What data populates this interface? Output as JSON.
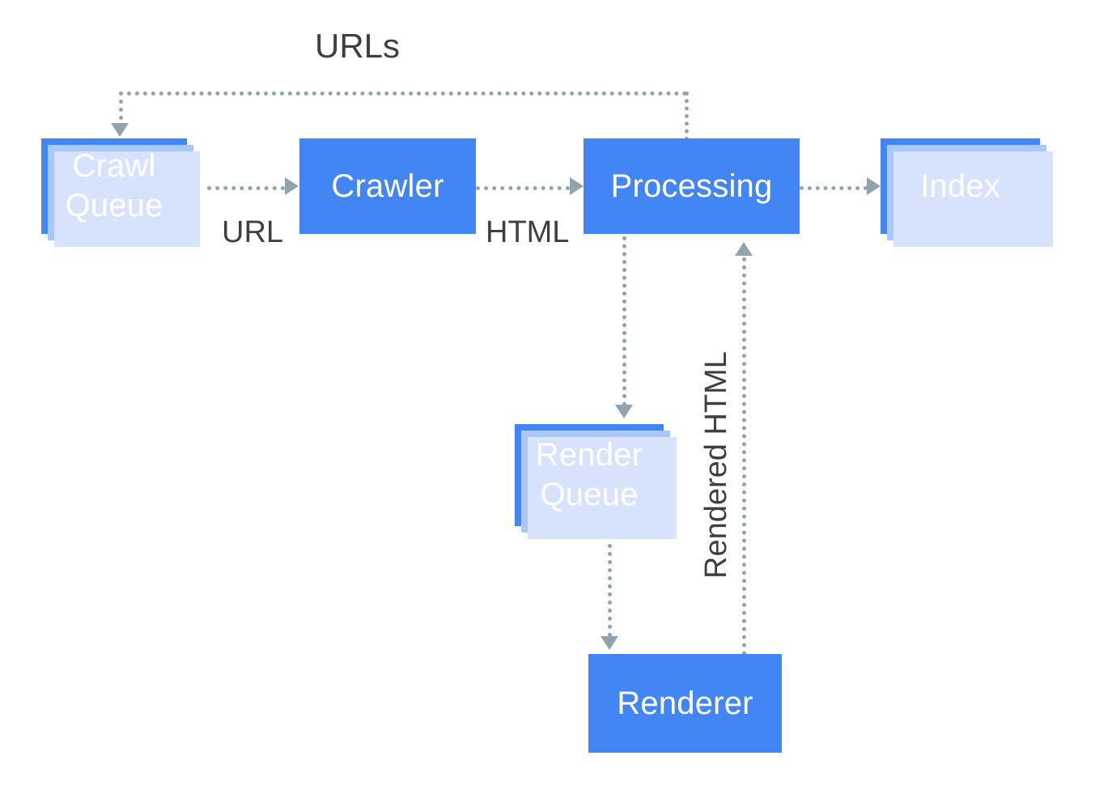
{
  "diagram": {
    "title": "Googlebot crawling, rendering and indexing pipeline",
    "colors": {
      "node_fill": "#4285f4",
      "node_text": "#ffffff",
      "shadow_mid": "#a9c7f9",
      "shadow_light": "#d7e3fc",
      "connector": "#90a4ae",
      "label_text": "#3c4043",
      "background": "#ffffff"
    },
    "nodes": [
      {
        "id": "crawl-queue",
        "label": "Crawl\nQueue",
        "stacked": true
      },
      {
        "id": "crawler",
        "label": "Crawler",
        "stacked": false
      },
      {
        "id": "processing",
        "label": "Processing",
        "stacked": false
      },
      {
        "id": "index",
        "label": "Index",
        "stacked": true
      },
      {
        "id": "render-queue",
        "label": "Render\nQueue",
        "stacked": true
      },
      {
        "id": "renderer",
        "label": "Renderer",
        "stacked": false
      }
    ],
    "edges": [
      {
        "id": "urls",
        "label": "URLs",
        "from": "processing",
        "to": "crawl-queue"
      },
      {
        "id": "url",
        "label": "URL",
        "from": "crawl-queue",
        "to": "crawler"
      },
      {
        "id": "html",
        "label": "HTML",
        "from": "crawler",
        "to": "processing"
      },
      {
        "id": "to-index",
        "label": "",
        "from": "processing",
        "to": "index"
      },
      {
        "id": "to-rqueue",
        "label": "",
        "from": "processing",
        "to": "render-queue"
      },
      {
        "id": "to-renderer",
        "label": "",
        "from": "render-queue",
        "to": "renderer"
      },
      {
        "id": "rendered-html",
        "label": "Rendered HTML",
        "from": "renderer",
        "to": "processing"
      }
    ]
  }
}
